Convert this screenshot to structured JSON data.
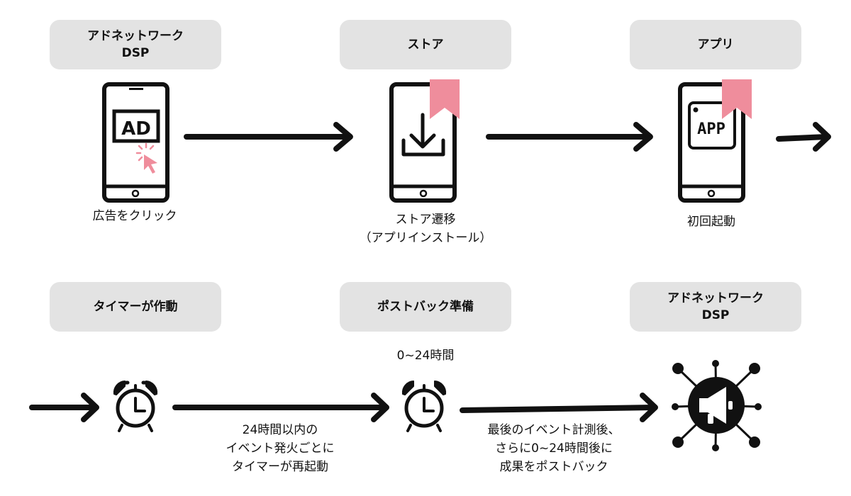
{
  "colors": {
    "accent": "#ef8d9c",
    "ink": "#111111",
    "pill": "#e3e3e3"
  },
  "steps": [
    {
      "title": "アドネットワーク\nDSP",
      "caption": "広告をクリック",
      "icon": "ad-phone-icon",
      "screen_text": "AD"
    },
    {
      "title": "ストア",
      "caption": "ストア遷移\n（アプリインストール）",
      "icon": "store-download-phone-icon"
    },
    {
      "title": "アプリ",
      "caption": "初回起動",
      "icon": "app-phone-icon",
      "screen_text": "APP"
    },
    {
      "title": "タイマーが作動",
      "caption": "",
      "icon": "alarm-clock-icon"
    },
    {
      "title": "ポストバック準備",
      "caption": "0~24時間",
      "icon": "alarm-clock-icon"
    },
    {
      "title": "アドネットワーク\nDSP",
      "caption": "",
      "icon": "megaphone-network-icon"
    }
  ],
  "arrow_labels": [
    "24時間以内の\nイベント発火ごとに\nタイマーが再起動",
    "最後のイベント計測後、\nさらに0~24時間後に\n成果をポストバック"
  ]
}
